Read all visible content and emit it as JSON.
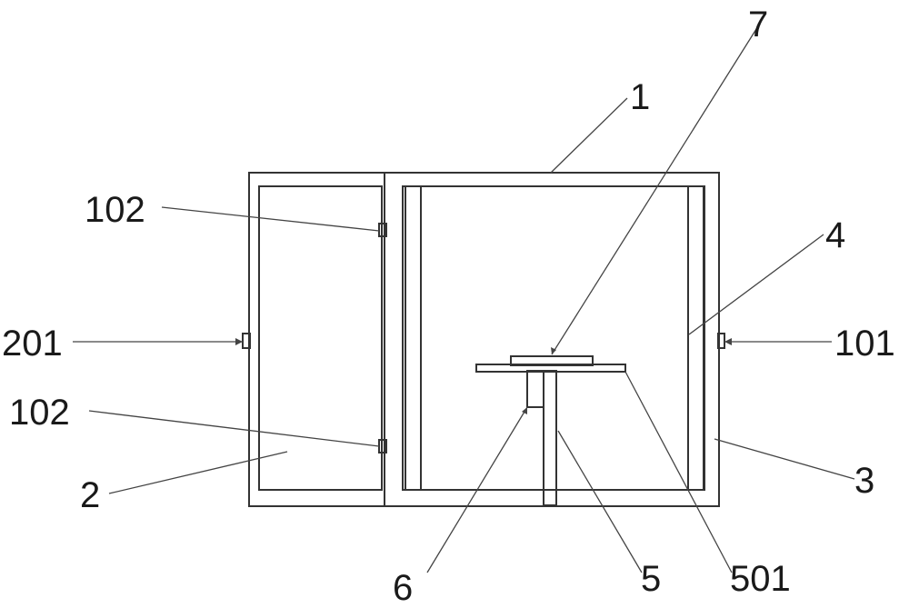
{
  "labels": {
    "l7": "7",
    "l1": "1",
    "l102a": "102",
    "l4": "4",
    "l201": "201",
    "l101": "101",
    "l102b": "102",
    "l2": "2",
    "l3": "3",
    "l6": "6",
    "l5": "5",
    "l501": "501"
  }
}
